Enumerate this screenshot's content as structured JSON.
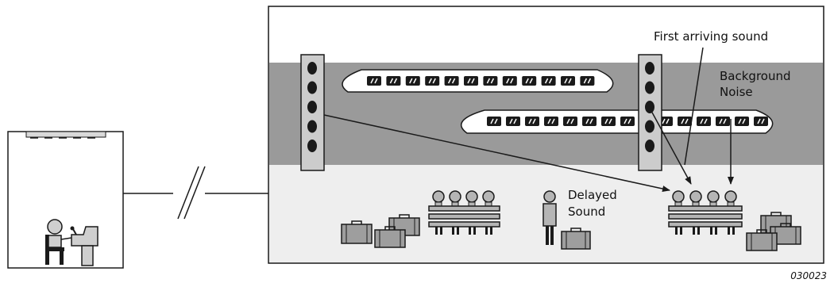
{
  "labels": {
    "first_arriving": "First arriving sound",
    "background_noise_1": "Background",
    "background_noise_2": "Noise",
    "delayed_1": "Delayed",
    "delayed_2": "Sound",
    "figure_code": "030023"
  },
  "colors": {
    "outline": "#1a1a1a",
    "platform": "#eeeeee",
    "track_band": "#9a9a9a",
    "train_body": "#ffffff",
    "window": "#1a1a1a",
    "speaker_column": "#cccccc",
    "people": "#b5b5b5",
    "luggage": "#9e9e9e"
  },
  "icons": [
    "announcer-room",
    "microphone",
    "loudspeaker-column",
    "train",
    "bench",
    "passenger",
    "luggage",
    "arrow"
  ]
}
